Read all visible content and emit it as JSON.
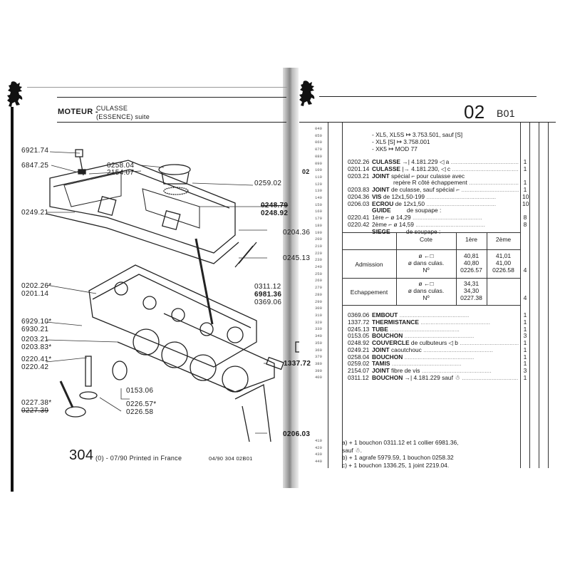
{
  "left_page": {
    "header": {
      "section": "MOTEUR -",
      "title_line1": "CULASSE",
      "title_line2": "(ESSENCE) suite"
    },
    "callouts": {
      "c6921_74": "6921.74",
      "c6847_25": "6847.25",
      "c0258_04": "0258.04",
      "c2154_07": "2154.07",
      "c0259_02": "0259.02",
      "c0248_79": "0248.79",
      "c0248_92": "0248.92",
      "c0249_21": "0249.21",
      "c0204_36": "0204.36",
      "c0245_13": "0245.13",
      "c0202_26": "0202.26*",
      "c0201_14": "0201.14",
      "c0311_12": "0311.12",
      "c6981_36": "6981.36",
      "c0369_06": "0369.06",
      "c6929_10": "6929.10*",
      "c6930_21": "6930.21",
      "c0203_21": "0203.21",
      "c0203_83": "0203.83*",
      "c0220_41": "0220.41*",
      "c0220_42": "0220.42",
      "c1337_72": "1337.72",
      "c0153_06": "0153.06",
      "c0227_38": "0227.38*",
      "c0227_39": "0227.39",
      "c0226_57": "0226.57*",
      "c0226_58": "0226.58",
      "c0206_03": "0206.03"
    },
    "footer": {
      "model": "304",
      "model_suffix": "(0) - 07/90 Printed in France",
      "code": "04/90  304  02B01"
    }
  },
  "right_page": {
    "header": {
      "group": "02",
      "page": "B01"
    },
    "line_numbers": [
      "040",
      "050",
      "060",
      "070",
      "080",
      "090",
      "100",
      "110",
      "120",
      "130",
      "140",
      "150",
      "160",
      "170",
      "180",
      "190",
      "200",
      "210",
      "220",
      "230",
      "240",
      "250",
      "260",
      "270",
      "280",
      "290",
      "300",
      "310",
      "320",
      "330",
      "340",
      "350",
      "360",
      "370",
      "380",
      "390",
      "400"
    ],
    "line_numbers_foot": [
      "410",
      "420",
      "430",
      "440"
    ],
    "left_margin_code": "02",
    "applicability": [
      "- XL5, XL5S ↦ 3.753.501, sauf [S]",
      "- XL5 [S] ↦ 3.758.001",
      "- XK5 ↦ MOD 77"
    ],
    "parts_a": [
      {
        "ref": "0202.26",
        "name": "CULASSE",
        "desc": " →| 4.181.229  ◁ a",
        "qty": "1"
      },
      {
        "ref": "0201.14",
        "name": "CULASSE",
        "desc": " |→ 4.181.230,  ◁ c",
        "qty": "1"
      },
      {
        "ref": "0203.21",
        "name": "JOINT",
        "desc": " spécial ⌐ pour culasse avec",
        "qty": ""
      },
      {
        "ref": "",
        "name": "",
        "desc": "repère R côté échappement",
        "qty": "1"
      },
      {
        "ref": "0203.83",
        "name": "JOINT",
        "desc": " de culasse, sauf spécial ⌐",
        "qty": "1"
      },
      {
        "ref": "0204.36",
        "name": "VIS",
        "desc": " de 12x1,50-199",
        "qty": "10"
      },
      {
        "ref": "0206.03",
        "name": "ECROU",
        "desc": " de 12x1,50",
        "qty": "10"
      },
      {
        "ref": "",
        "name": "GUIDE",
        "desc": " de soupape :",
        "qty": ""
      },
      {
        "ref": "0220.41",
        "name": "",
        "desc": "1ère ⌐  ø 14,29",
        "qty": "8"
      },
      {
        "ref": "0220.42",
        "name": "",
        "desc": "2ème ⌐  ø 14,59",
        "qty": "8"
      },
      {
        "ref": "",
        "name": "SIEGE",
        "desc": " de soupape :",
        "qty": ""
      }
    ],
    "seat_table": {
      "headers": [
        "Cote",
        "1ère",
        "2ème"
      ],
      "rows": [
        {
          "label": "Admission",
          "cote": [
            "ø ←□",
            "ø dans culas.",
            "Nº"
          ],
          "first": [
            "40,81",
            "40,80",
            "0226.57"
          ],
          "second": [
            "41,01",
            "41,00",
            "0226.58"
          ],
          "qty": "4"
        },
        {
          "label": "Echappement",
          "cote": [
            "ø ←□",
            "ø dans culas.",
            "Nº"
          ],
          "first": [
            "34,31",
            "34,30",
            "0227.38"
          ],
          "second": [
            "",
            "",
            ""
          ],
          "qty": "4"
        }
      ]
    },
    "parts_b": [
      {
        "ref": "0369.06",
        "name": "EMBOUT",
        "desc": "",
        "qty": "1"
      },
      {
        "ref": "1337.72",
        "name": "THERMISTANCE",
        "desc": "",
        "qty": "1"
      },
      {
        "ref": "0245.13",
        "name": "TUBE",
        "desc": "",
        "qty": "1"
      },
      {
        "ref": "0153.05",
        "name": "BOUCHON",
        "desc": "",
        "qty": "3"
      },
      {
        "ref": "0248.92",
        "name": "COUVERCLE",
        "desc": " de culbuteurs  ◁ b",
        "qty": "1"
      },
      {
        "ref": "0249.21",
        "name": "JOINT",
        "desc": " caoutchouc",
        "qty": "1"
      },
      {
        "ref": "0258.04",
        "name": "BOUCHON",
        "desc": "",
        "qty": "1"
      },
      {
        "ref": "0259.02",
        "name": "TAMIS",
        "desc": "",
        "qty": "1"
      },
      {
        "ref": "2154.07",
        "name": "JOINT",
        "desc": " fibre de vis",
        "qty": "3"
      },
      {
        "ref": "0311.12",
        "name": "BOUCHON",
        "desc": " →| 4.181.229 sauf ☃",
        "qty": "1"
      }
    ],
    "footnotes": [
      "a)  +  1 bouchon 0311.12 et 1 collier 6981.36,",
      "      sauf ☃.",
      "b)  +  1 agrafe 5979.59, 1 bouchon 0258.32",
      "c)  +  1 bouchon 1336.25, 1 joint 2219.04."
    ]
  }
}
